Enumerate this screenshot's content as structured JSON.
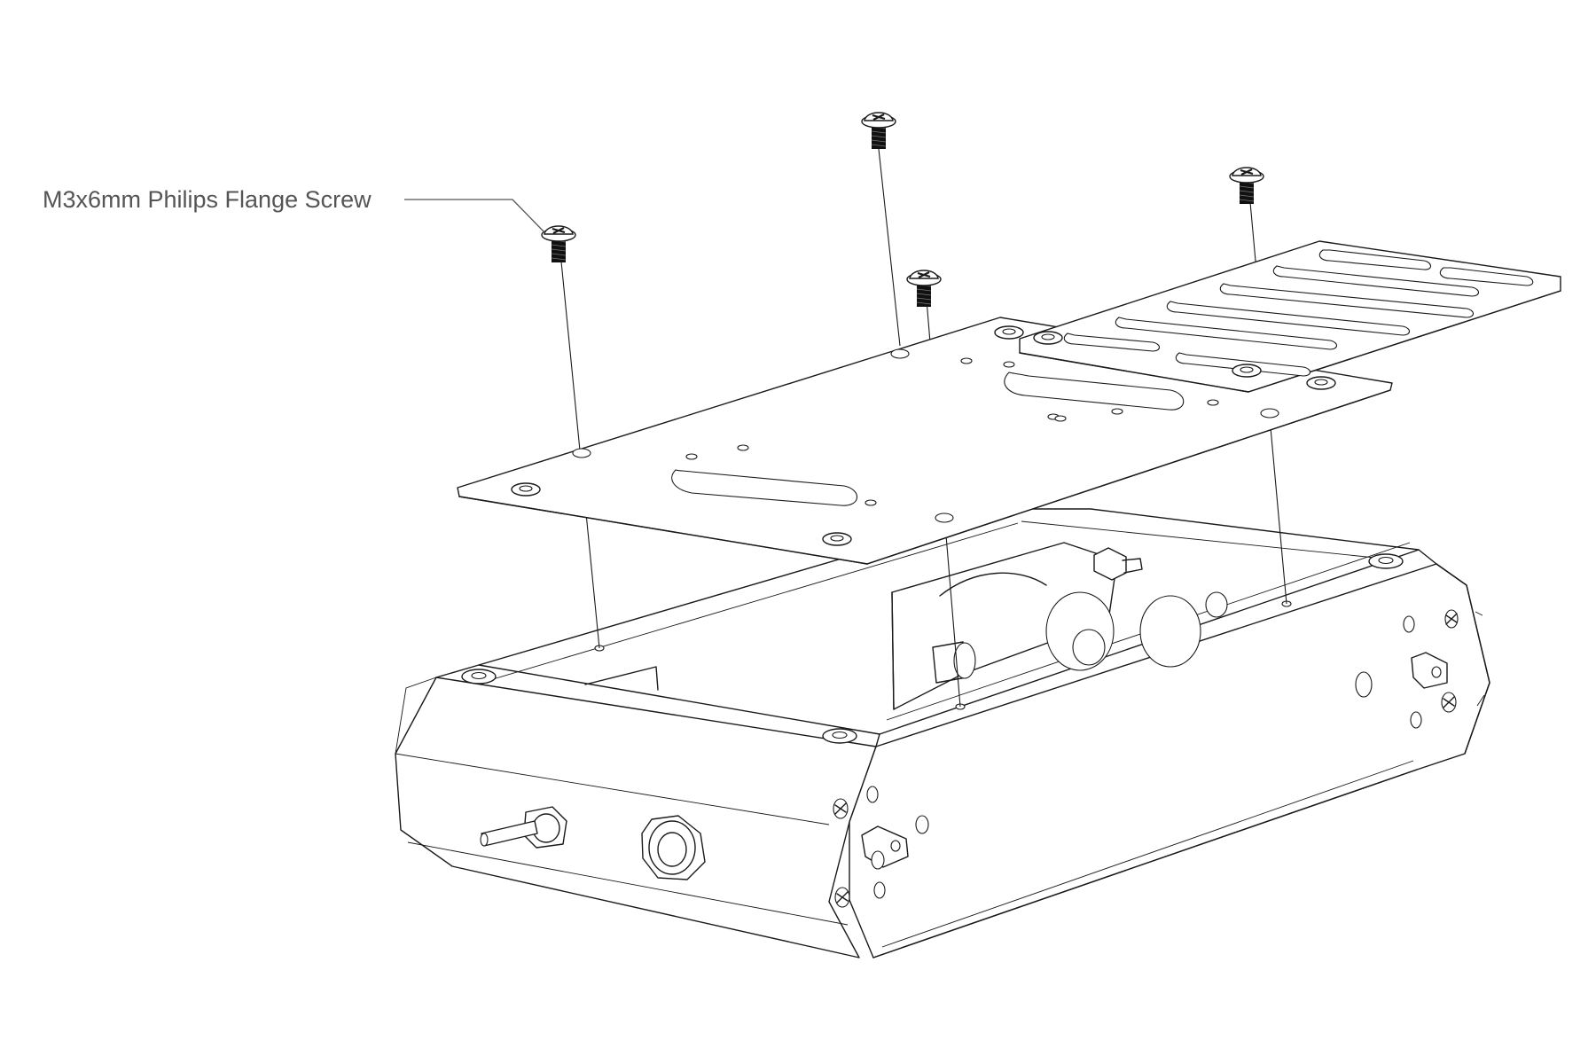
{
  "callout": {
    "label": "M3x6mm Philips Flange Screw"
  },
  "screws": [
    {
      "name": "screw-left"
    },
    {
      "name": "screw-back"
    },
    {
      "name": "screw-center"
    },
    {
      "name": "screw-right"
    }
  ],
  "colors": {
    "line": "#1a1a1a",
    "callout_text": "#555555",
    "background": "#ffffff"
  }
}
